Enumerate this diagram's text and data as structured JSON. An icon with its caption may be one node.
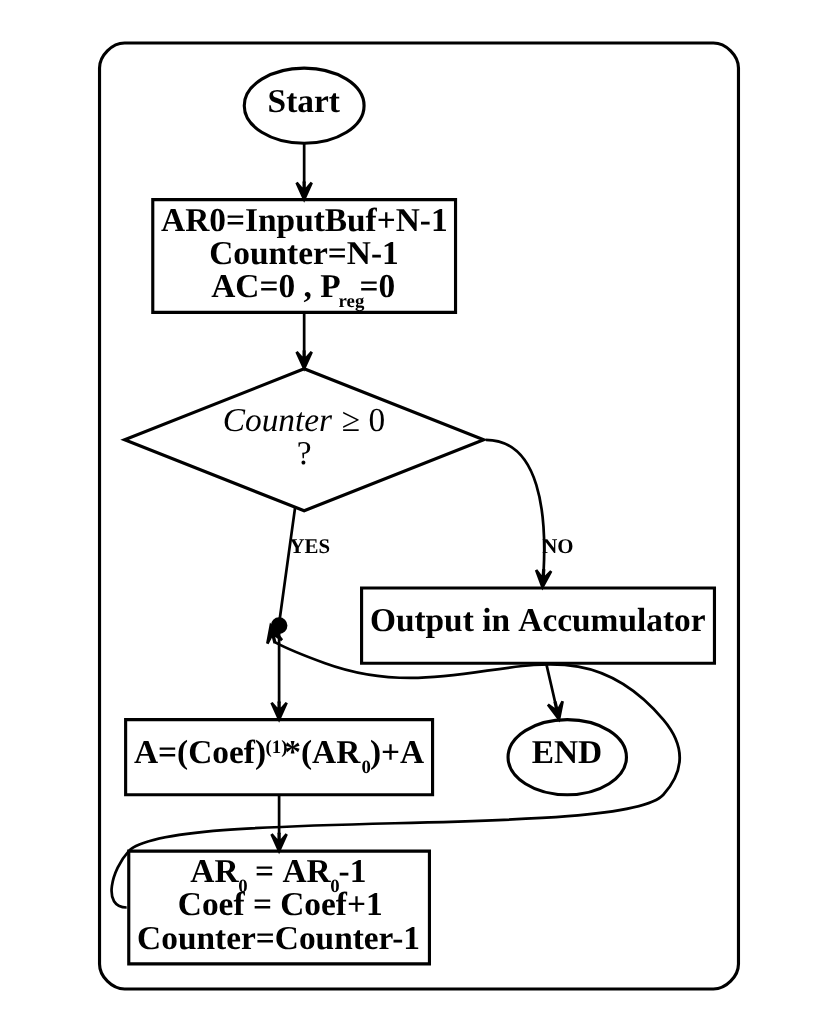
{
  "diagram": {
    "nodes": [
      {
        "text": [],
        "shape": "box"
      },
      {
        "text": [
          "Start"
        ],
        "in": 0
      },
      {
        "text": [
          "AR0=InputBuf+N-1",
          "Counter=N-1",
          "AC=0 , P$_{reg}$=0"
        ],
        "in": 0
      },
      {
        "text": [
          "*Counter* ≥ 0",
          "?"
        ],
        "in": 0
      },
      {
        "text": [
          "Output in Accumulator"
        ],
        "in": 0
      },
      {
        "text": [],
        "shape": "circle",
        "in": 0
      },
      {
        "text": [
          "A=(Coef)$^{(1)}$*(AR$_{0}$)+A"
        ],
        "in": 0
      },
      {
        "text": [
          "AR$_{0}$ = AR$_{0}$-1",
          "Coef = Coef+1",
          "Counter=Counter-1"
        ],
        "in": 0
      },
      {
        "text": [
          "END"
        ],
        "in": 0
      }
    ],
    "edges": [
      {
        "from": 1,
        "to": 2,
        "arrow": "to"
      },
      {
        "from": 2,
        "to": 3,
        "arrow": "to"
      },
      {
        "from": 3,
        "to": 4,
        "label": "NO",
        "arrow": "to"
      },
      {
        "from": 3,
        "to": 5,
        "label": "YES",
        "arrow": "none"
      },
      {
        "from": 5,
        "to": 6,
        "arrow": "to"
      },
      {
        "from": 6,
        "to": 7,
        "arrow": "to"
      },
      {
        "from": 7,
        "to": 5,
        "arrow": "to"
      },
      {
        "from": 4,
        "to": 8,
        "arrow": "to"
      }
    ]
  }
}
